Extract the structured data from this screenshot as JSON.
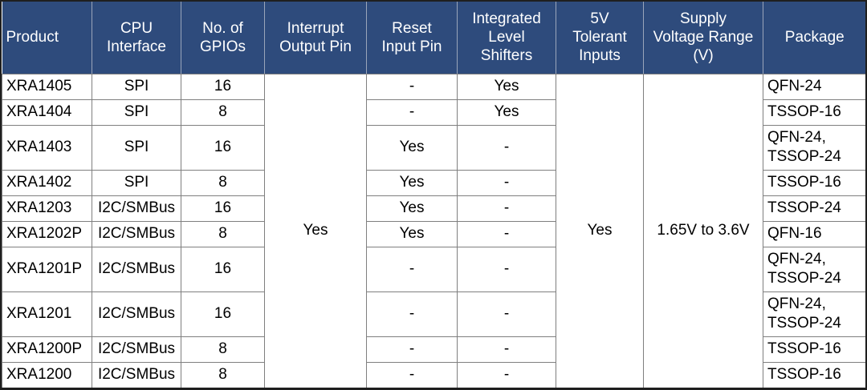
{
  "chart_data": {
    "type": "table",
    "columns": [
      {
        "id": "product",
        "label": "Product"
      },
      {
        "id": "cpu_interface",
        "label": "CPU\nInterface"
      },
      {
        "id": "no_of_gpios",
        "label": "No. of\nGPIOs"
      },
      {
        "id": "interrupt_output_pin",
        "label": "Interrupt\nOutput Pin"
      },
      {
        "id": "reset_input_pin",
        "label": "Reset\nInput Pin"
      },
      {
        "id": "integrated_level_shifters",
        "label": "Integrated\nLevel\nShifters"
      },
      {
        "id": "five_v_tolerant_inputs",
        "label": "5V\nTolerant\nInputs"
      },
      {
        "id": "supply_voltage_range",
        "label": "Supply\nVoltage Range\n(V)"
      },
      {
        "id": "package",
        "label": "Package"
      }
    ],
    "merged_values": {
      "interrupt_output_pin": "Yes",
      "five_v_tolerant_inputs": "Yes",
      "supply_voltage_range": "1.65V to 3.6V"
    },
    "rows": [
      {
        "product": "XRA1405",
        "cpu_interface": "SPI",
        "no_of_gpios": "16",
        "reset_input_pin": "-",
        "integrated_level_shifters": "Yes",
        "package": "QFN-24"
      },
      {
        "product": "XRA1404",
        "cpu_interface": "SPI",
        "no_of_gpios": "8",
        "reset_input_pin": "-",
        "integrated_level_shifters": "Yes",
        "package": "TSSOP-16"
      },
      {
        "product": "XRA1403",
        "cpu_interface": "SPI",
        "no_of_gpios": "16",
        "reset_input_pin": "Yes",
        "integrated_level_shifters": "-",
        "package": "QFN-24,\nTSSOP-24"
      },
      {
        "product": "XRA1402",
        "cpu_interface": "SPI",
        "no_of_gpios": "8",
        "reset_input_pin": "Yes",
        "integrated_level_shifters": "-",
        "package": "TSSOP-16"
      },
      {
        "product": "XRA1203",
        "cpu_interface": "I2C/SMBus",
        "no_of_gpios": "16",
        "reset_input_pin": "Yes",
        "integrated_level_shifters": "-",
        "package": "TSSOP-24"
      },
      {
        "product": "XRA1202P",
        "cpu_interface": "I2C/SMBus",
        "no_of_gpios": "8",
        "reset_input_pin": "Yes",
        "integrated_level_shifters": "-",
        "package": "QFN-16"
      },
      {
        "product": "XRA1201P",
        "cpu_interface": "I2C/SMBus",
        "no_of_gpios": "16",
        "reset_input_pin": "-",
        "integrated_level_shifters": "-",
        "package": "QFN-24,\nTSSOP-24"
      },
      {
        "product": "XRA1201",
        "cpu_interface": "I2C/SMBus",
        "no_of_gpios": "16",
        "reset_input_pin": "-",
        "integrated_level_shifters": "-",
        "package": "QFN-24,\nTSSOP-24"
      },
      {
        "product": "XRA1200P",
        "cpu_interface": "I2C/SMBus",
        "no_of_gpios": "8",
        "reset_input_pin": "-",
        "integrated_level_shifters": "-",
        "package": "TSSOP-16"
      },
      {
        "product": "XRA1200",
        "cpu_interface": "I2C/SMBus",
        "no_of_gpios": "8",
        "reset_input_pin": "-",
        "integrated_level_shifters": "-",
        "package": "TSSOP-16"
      }
    ]
  },
  "colors": {
    "header_bg": "#2E4B7C",
    "header_text": "#FFFFFF",
    "header_divider": "#9AA5BA",
    "grid": "#7F7F7F",
    "outer_border": "#1F1F1F",
    "body_text": "#000000",
    "body_bg": "#FFFFFF"
  }
}
